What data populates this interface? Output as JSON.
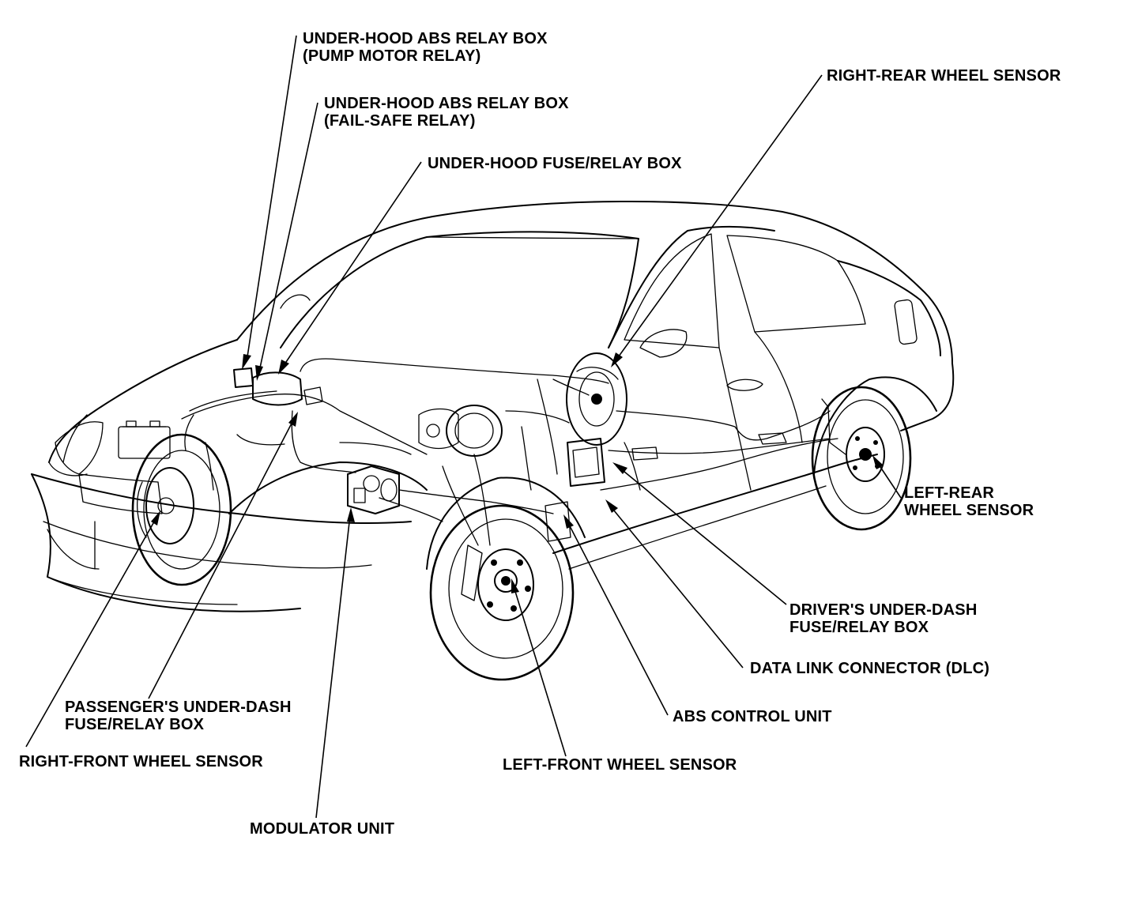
{
  "callouts": {
    "pump_motor_relay": [
      "UNDER-HOOD ABS RELAY BOX",
      "(PUMP MOTOR RELAY)"
    ],
    "fail_safe_relay": [
      "UNDER-HOOD ABS RELAY BOX",
      "(FAIL-SAFE RELAY)"
    ],
    "fuse_relay_box": [
      "UNDER-HOOD FUSE/RELAY BOX"
    ],
    "right_rear_sensor": [
      "RIGHT-REAR WHEEL SENSOR"
    ],
    "left_rear_sensor": [
      "LEFT-REAR",
      "WHEEL SENSOR"
    ],
    "drivers_dash_box": [
      "DRIVER'S UNDER-DASH",
      "FUSE/RELAY BOX"
    ],
    "dlc": [
      "DATA LINK CONNECTOR (DLC)"
    ],
    "abs_control_unit": [
      "ABS CONTROL UNIT"
    ],
    "left_front_sensor": [
      "LEFT-FRONT WHEEL SENSOR"
    ],
    "modulator_unit": [
      "MODULATOR UNIT"
    ],
    "right_front_sensor": [
      "RIGHT-FRONT WHEEL SENSOR"
    ],
    "passengers_dash_box": [
      "PASSENGER'S UNDER-DASH",
      "FUSE/RELAY BOX"
    ]
  }
}
